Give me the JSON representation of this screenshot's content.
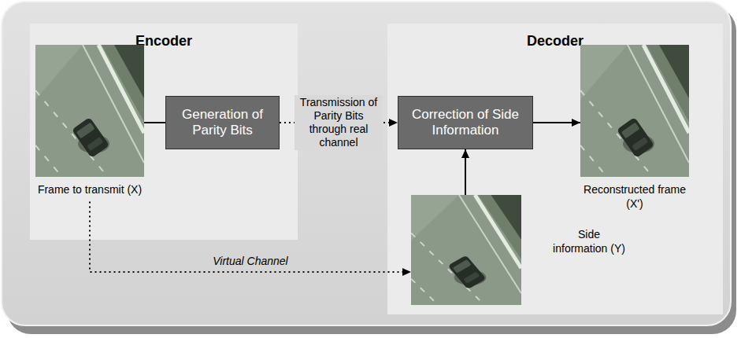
{
  "diagram": {
    "nodes": [
      {
        "text": [
          "Encoder"
        ]
      },
      {
        "text": [
          "Frame to transmit (X)"
        ],
        "in": 0
      },
      {
        "text": [
          "Generation of Parity Bits"
        ],
        "in": 0
      },
      {
        "text": [
          "Decoder"
        ]
      },
      {
        "text": [
          "Correction of Side Information"
        ],
        "in": 3
      },
      {
        "text": [
          "Reconstructed frame (X')"
        ],
        "in": 3
      },
      {
        "text": [
          "Side information (Y)"
        ],
        "in": 3
      }
    ],
    "edges": [
      {
        "from": 1,
        "to": 2,
        "arrow": "none"
      },
      {
        "from": 2,
        "to": 4,
        "label": "Transmission of Parity Bits through real channel",
        "arrow": "to"
      },
      {
        "from": 4,
        "to": 5,
        "arrow": "to"
      },
      {
        "from": 6,
        "to": 4,
        "arrow": "to"
      },
      {
        "from": 1,
        "to": 6,
        "label": "Virtual Channel",
        "arrow": "to"
      }
    ]
  }
}
